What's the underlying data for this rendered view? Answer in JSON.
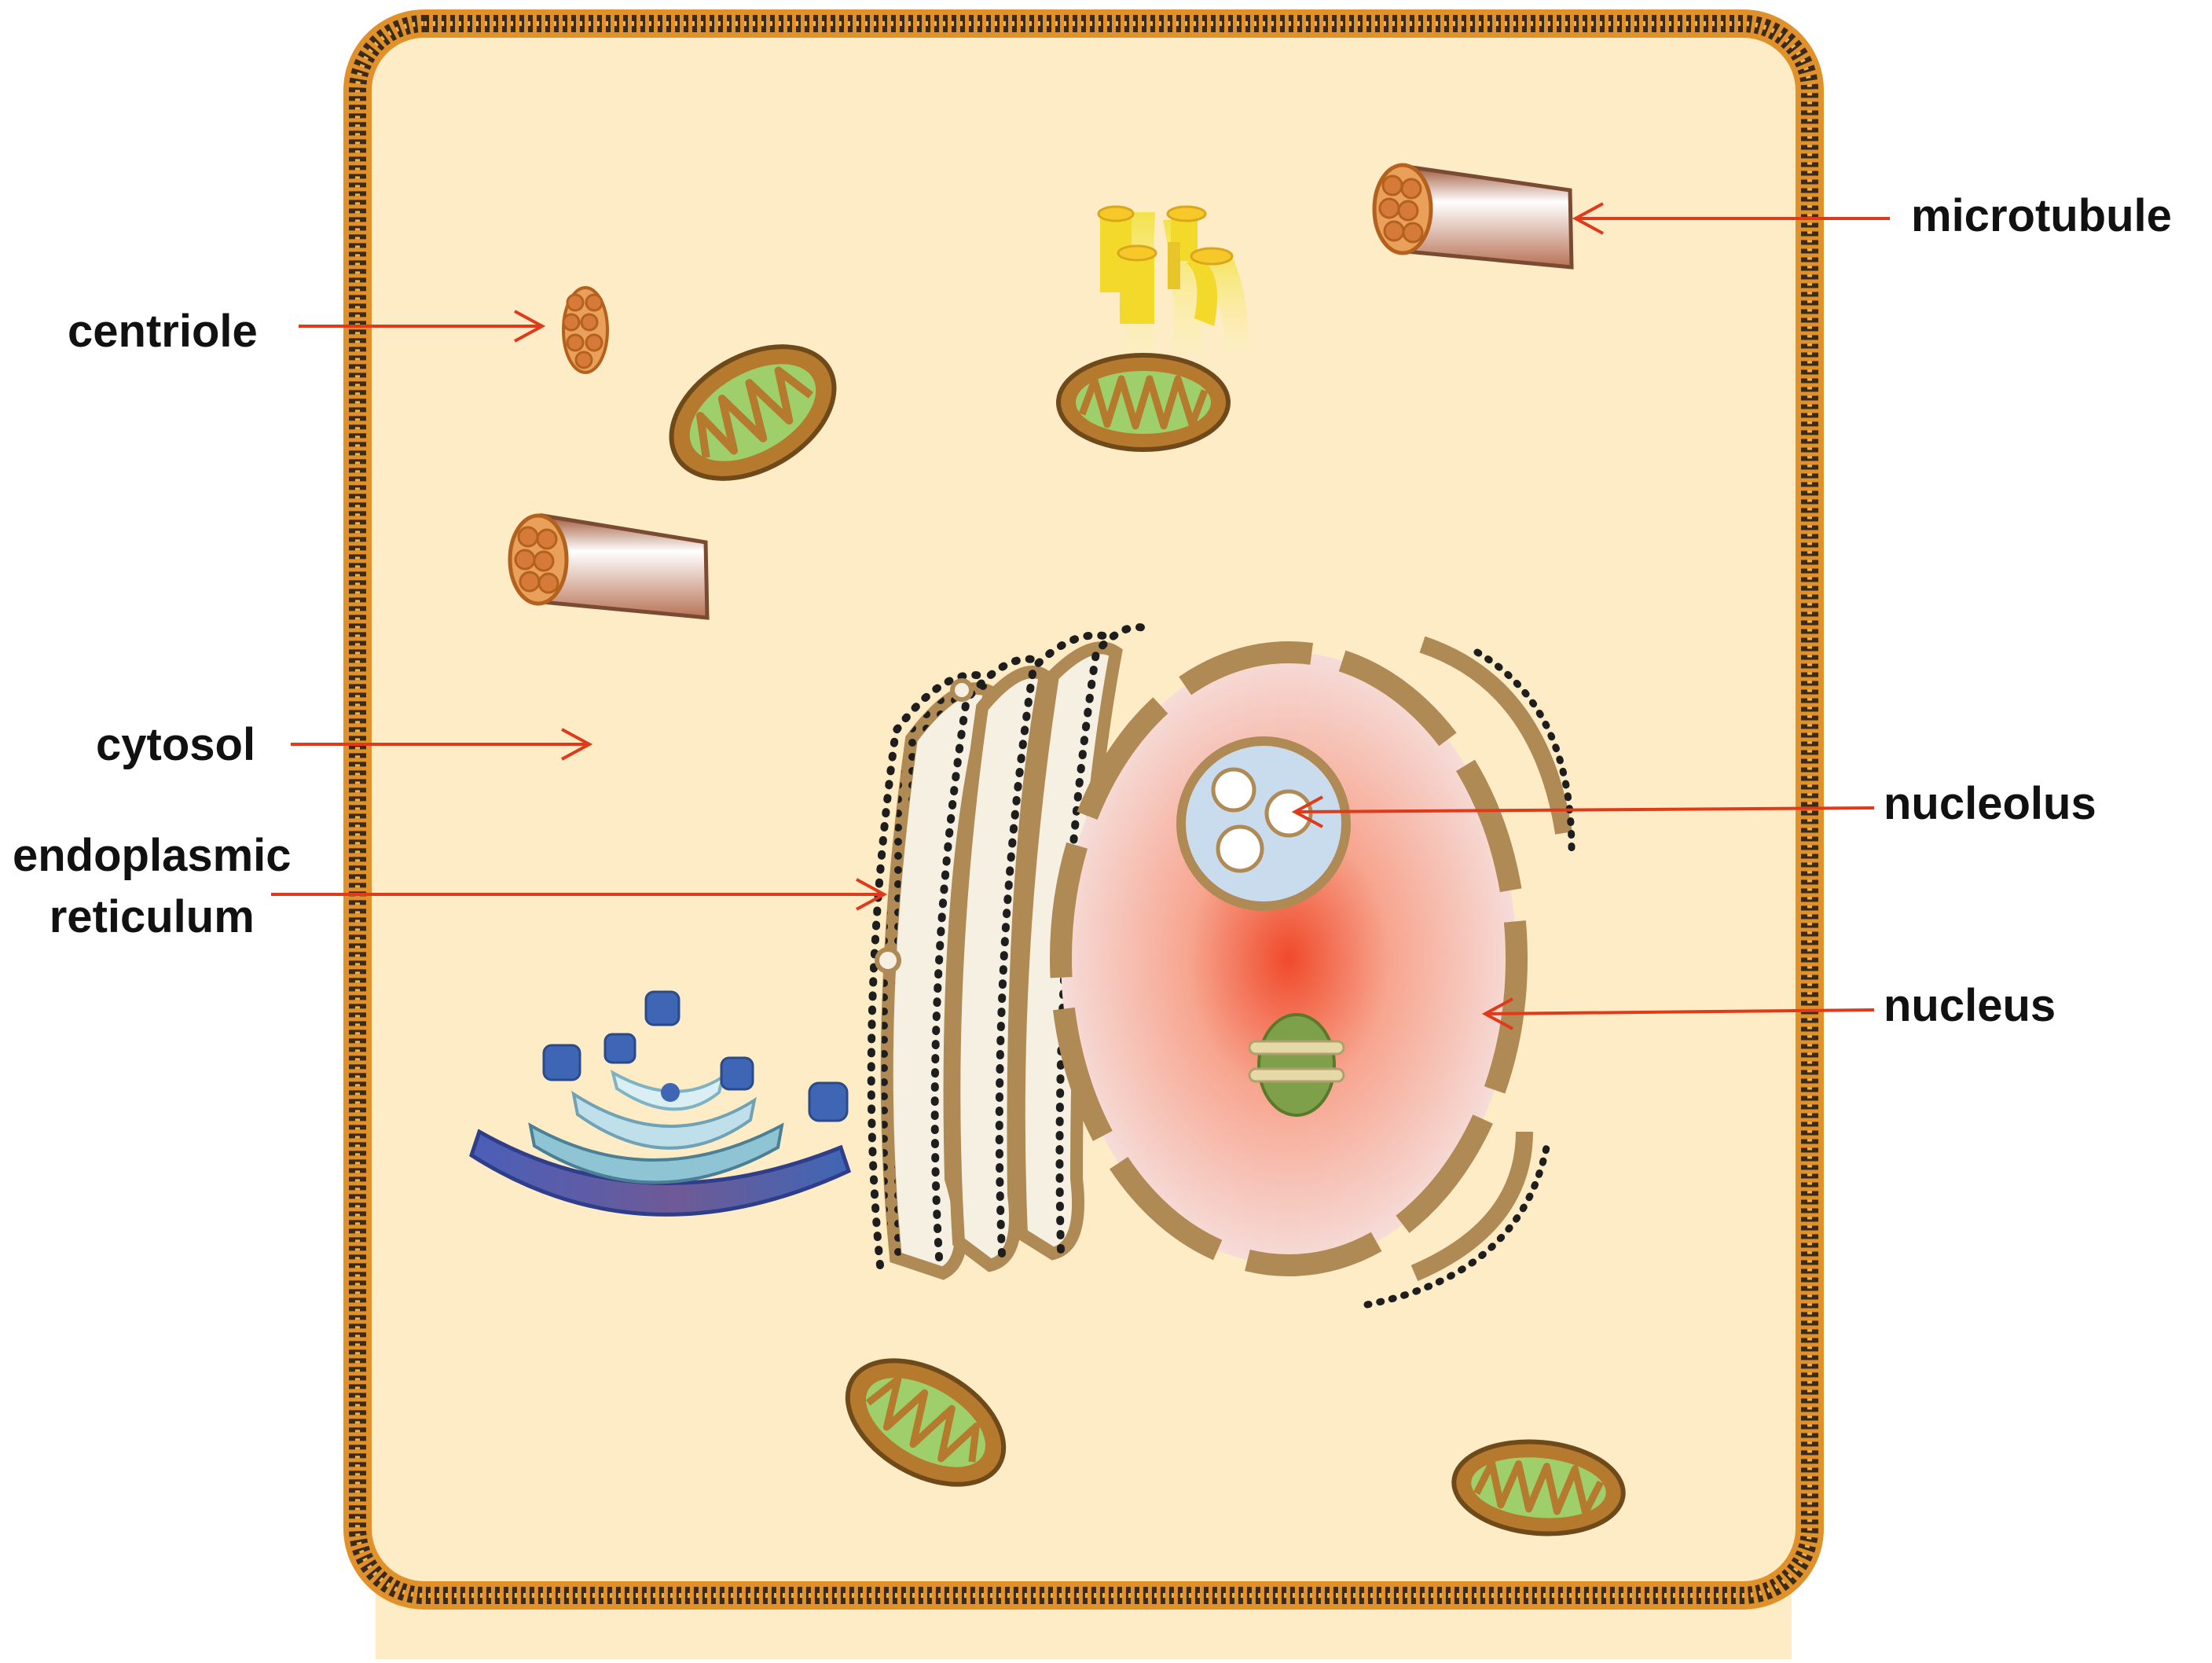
{
  "labels": {
    "centriole": "centriole",
    "cytosol": "cytosol",
    "er_line1": "endoplasmic",
    "er_line2": "reticulum",
    "microtubule": "microtubule",
    "nucleolus": "nucleolus",
    "nucleus": "nucleus"
  },
  "colors": {
    "cytoplasm": "#fdecc6",
    "membrane": "#3a2a1a",
    "membrane_accent": "#e0912a",
    "organelle_brown": "#b08a55",
    "mitochondria_outer": "#b57a2e",
    "mitochondria_inner": "#9fcf6a",
    "golgi_blue": "#3f66b5",
    "nucleus_center": "#f04a2a",
    "arrow": "#e03a1a",
    "label_text": "#111111"
  }
}
